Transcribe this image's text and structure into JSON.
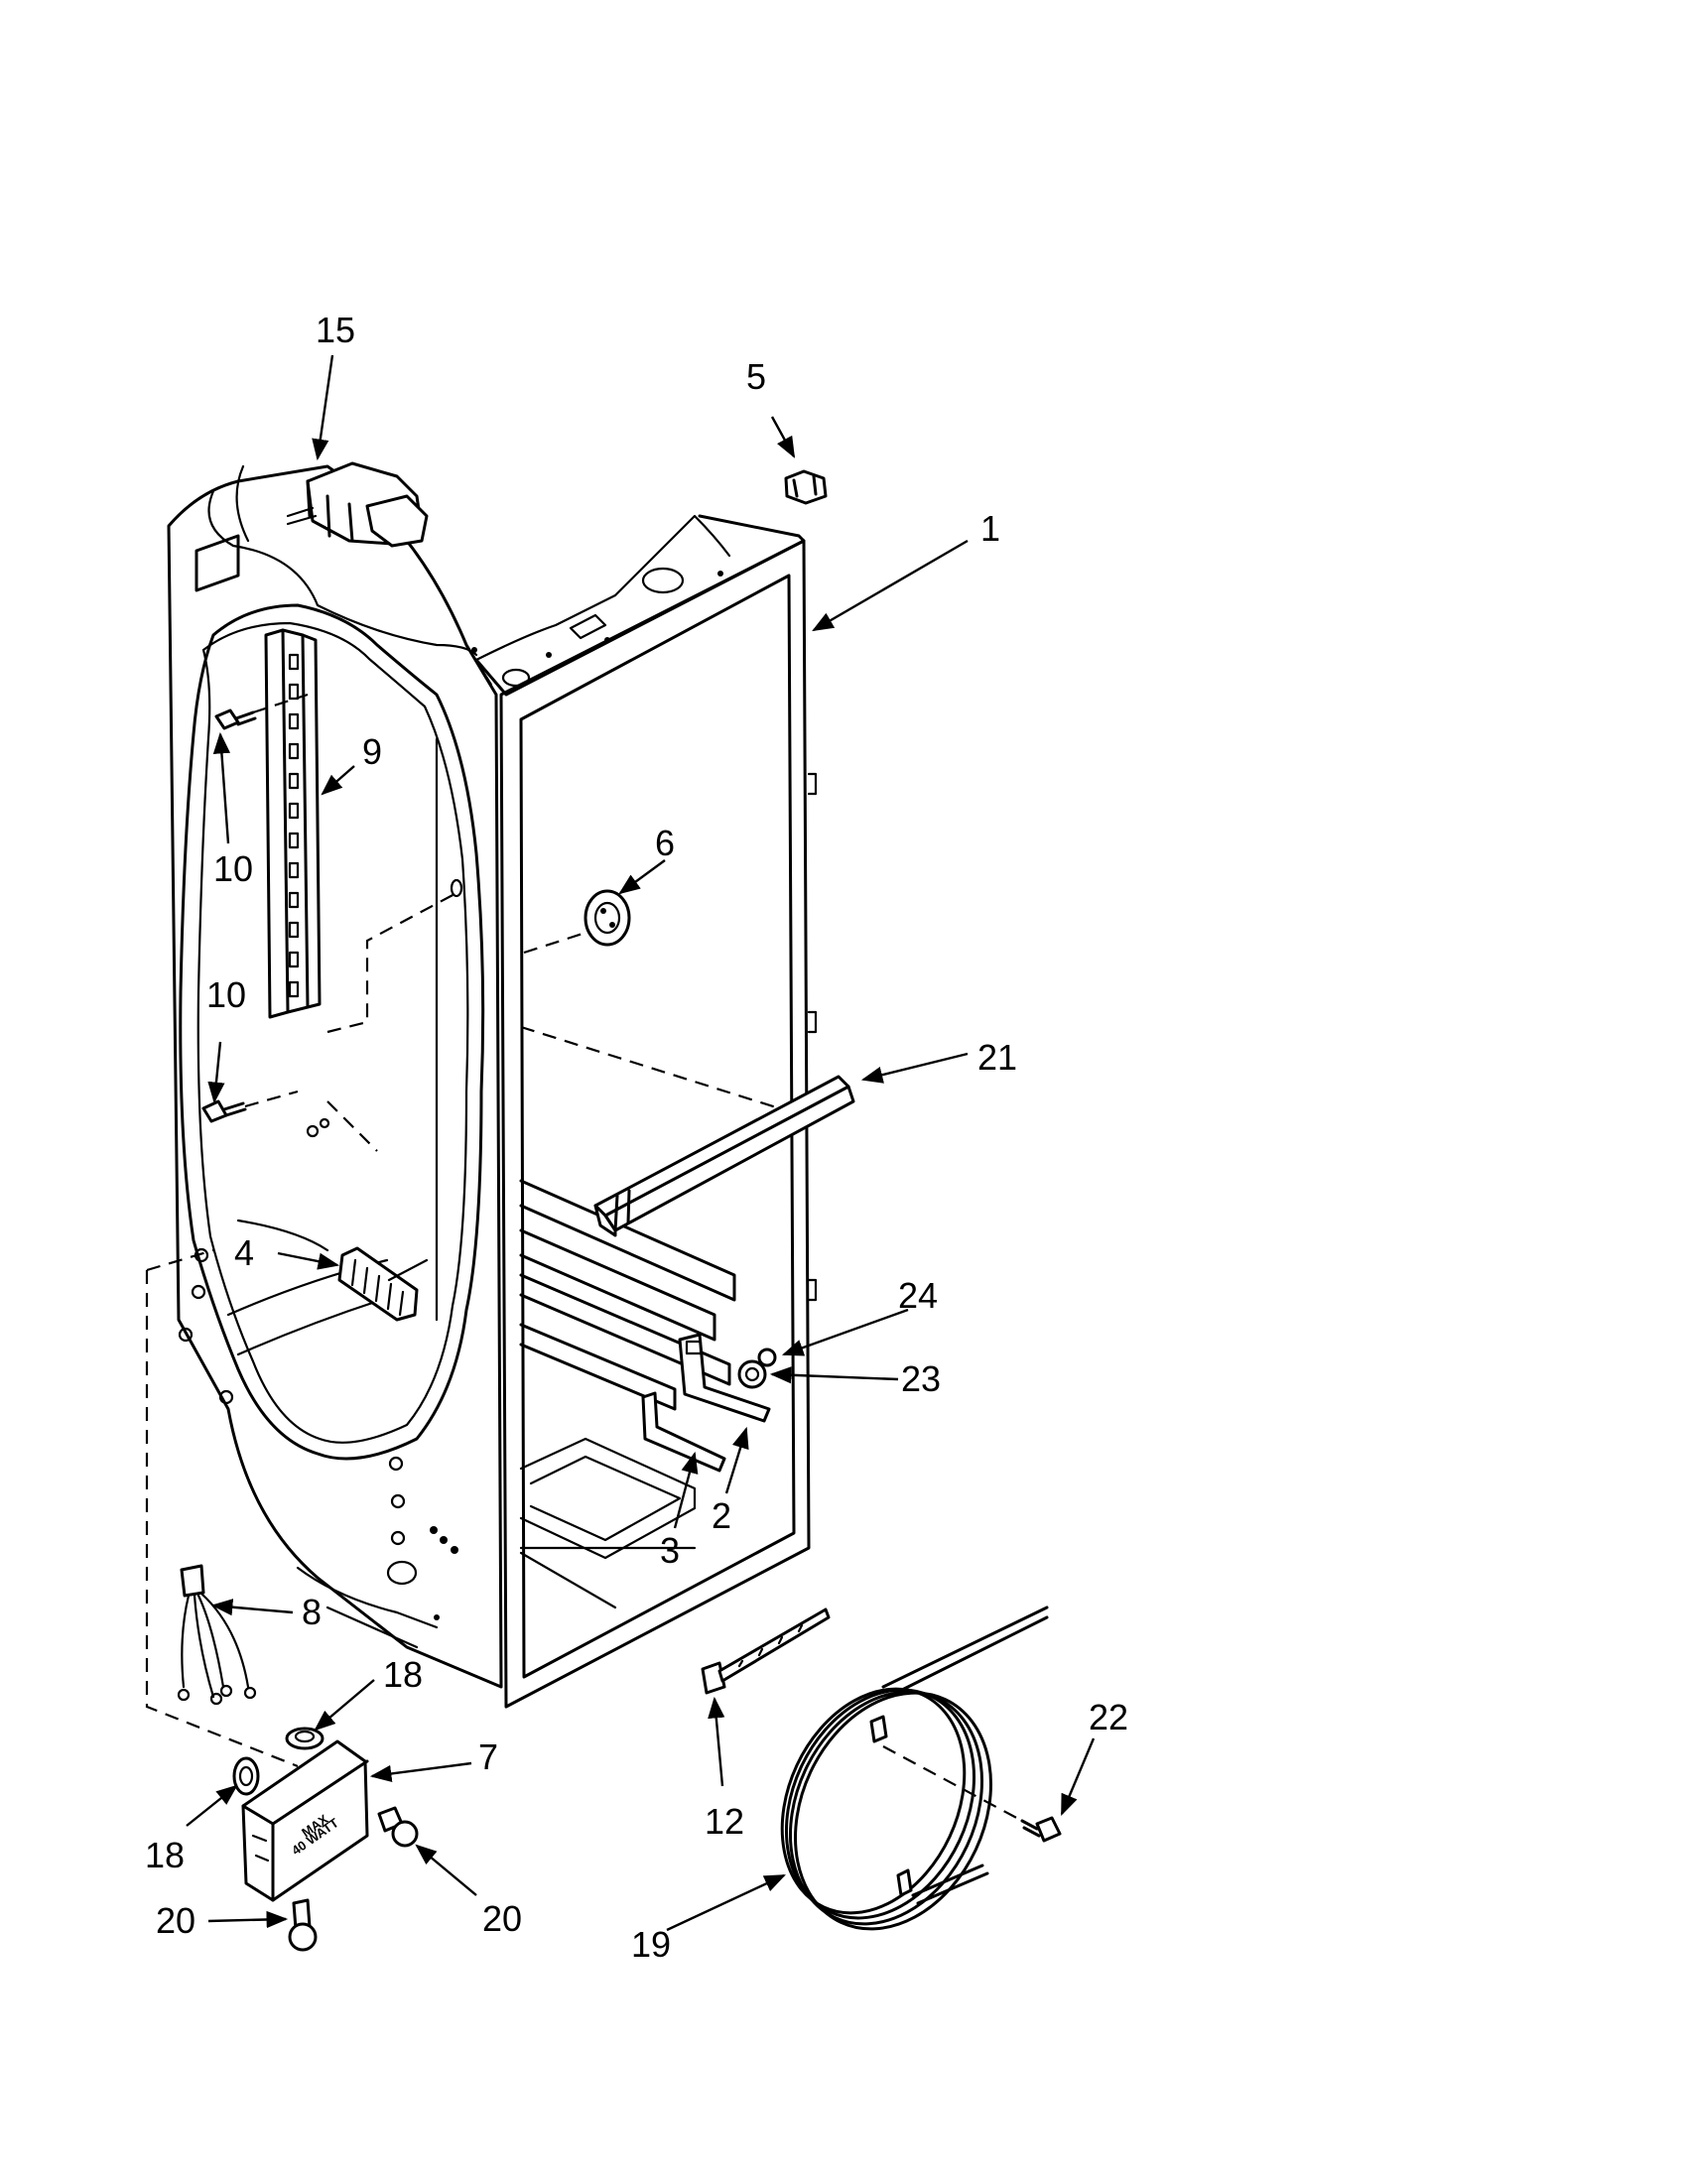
{
  "callouts": {
    "c1": "1",
    "c2": "2",
    "c3": "3",
    "c4": "4",
    "c5": "5",
    "c6": "6",
    "c7": "7",
    "c8": "8",
    "c9": "9",
    "c10a": "10",
    "c10b": "10",
    "c12": "12",
    "c15": "15",
    "c18a": "18",
    "c18b": "18",
    "c19": "19",
    "c20a": "20",
    "c20b": "20",
    "c21": "21",
    "c22": "22",
    "c23": "23",
    "c24": "24"
  },
  "lamp_socket_text": {
    "line1": "MAX",
    "line2": "40 WATT"
  }
}
